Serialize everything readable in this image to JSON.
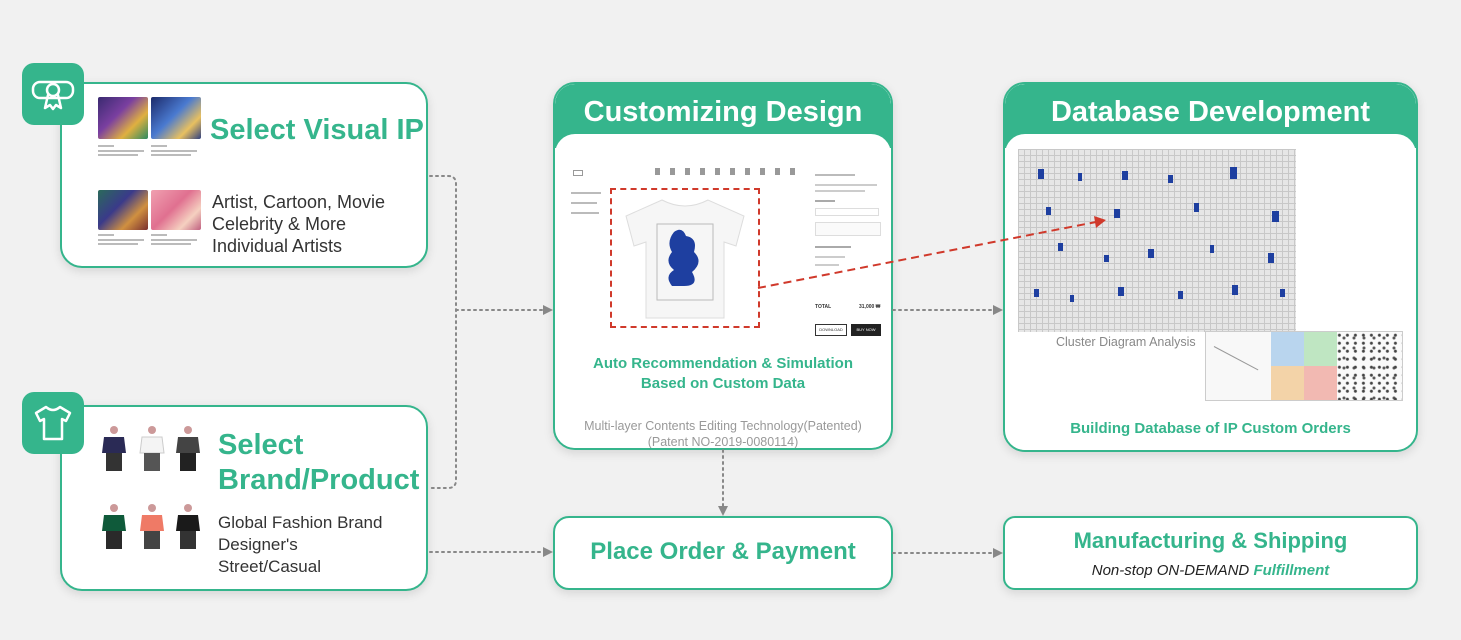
{
  "visual_ip": {
    "title": "Select Visual IP",
    "lines": [
      "Artist, Cartoon, Movie",
      "Celebrity & More",
      "Individual Artists"
    ],
    "icon": "award-icon"
  },
  "brand_product": {
    "title_line1": "Select",
    "title_line2": "Brand/Product",
    "lines": [
      "Global Fashion Brand",
      "Designer's",
      "Street/Casual"
    ],
    "icon": "tshirt-icon"
  },
  "customizing": {
    "title": "Customizing Design",
    "subtitle_line1": "Auto Recommendation & Simulation",
    "subtitle_line2": "Based on Custom Data",
    "note_line1": "Multi-layer Contents Editing Technology(Patented)",
    "note_line2": "(Patent NO-2019-0080114)",
    "total_label": "TOTAL",
    "total_value": "31,000 ₩",
    "download_label": "DOWNLOAD",
    "buy_label": "BUY NOW"
  },
  "database": {
    "title": "Database Development",
    "cluster_label": "Cluster Diagram Analysis",
    "footer": "Building Database of IP Custom Orders"
  },
  "order": {
    "title": "Place Order & Payment"
  },
  "manufacturing": {
    "title": "Manufacturing & Shipping",
    "subtitle_plain": "Non-stop ON-DEMAND ",
    "subtitle_bold": "Fulfillment"
  },
  "colors": {
    "accent": "#35b58c",
    "background": "#f1f1f1",
    "highlight": "#d0392b",
    "ink_blue": "#1e3fa0"
  }
}
